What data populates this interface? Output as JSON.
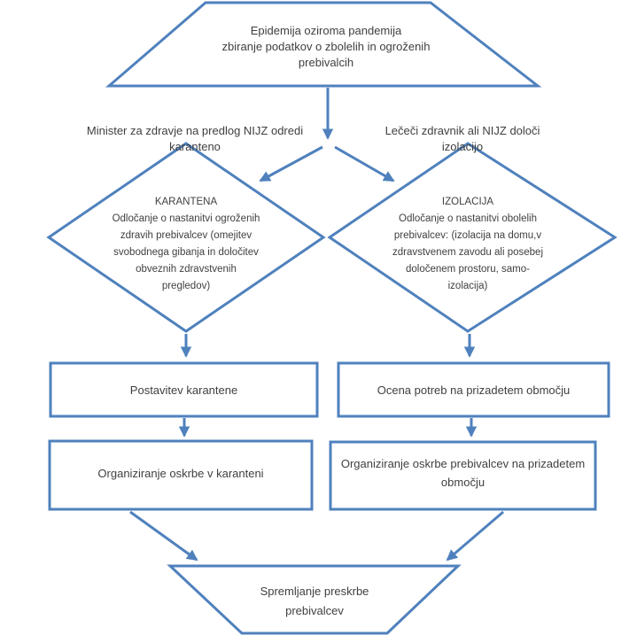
{
  "accent_color": "#4f81bd",
  "text_color": "#3f3f3f",
  "flowchart": {
    "top_trapezoid": {
      "lines": [
        "Epidemija oziroma pandemija",
        "zbiranje podatkov o zbolelih in ogroženih",
        "prebivalcih"
      ]
    },
    "left_branch_label": "Minister za zdravje na predlog NIJZ odredi karanteno",
    "right_branch_label": "Lečeči zdravnik ali NIJZ določi izolacijo",
    "karantena_diamond": {
      "lines": [
        "KARANTENA",
        "Odločanje o nastanitvi ogroženih",
        "zdravih prebivalcev (omejitev",
        "svobodnega gibanja in določitev",
        "obveznih zdravstvenih",
        "pregledov)"
      ]
    },
    "izolacija_diamond": {
      "lines": [
        "IZOLACIJA",
        "Odločanje o nastanitvi obolelih",
        "prebivalcev: (izolacija na domu,v",
        "zdravstvenem zavodu ali posebej",
        "določenem prostoru, samo-",
        "izolacija)"
      ]
    },
    "box_postavitev": "Postavitev karantene",
    "box_ocena": "Ocena potreb na prizadetem območju",
    "box_organiziranje_karantena": "Organiziranje oskrbe v karanteni",
    "box_organiziranje_prizadeto": {
      "lines": [
        "Organiziranje oskrbe prebivalcev na prizadetem",
        "območju"
      ]
    },
    "bottom_trapezoid": {
      "lines": [
        "Spremljanje preskrbe",
        "prebivalcev"
      ]
    }
  }
}
